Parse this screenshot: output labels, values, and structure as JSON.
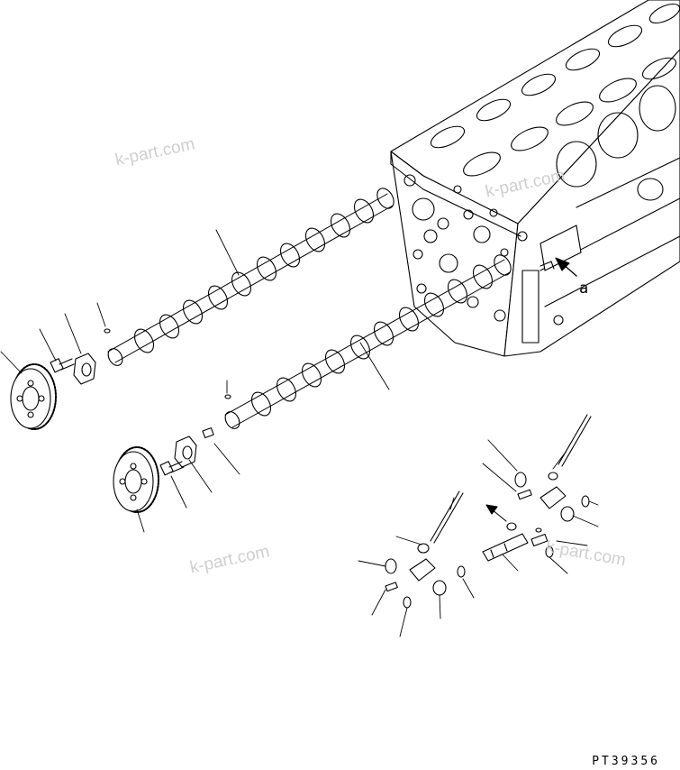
{
  "watermarks": [
    "k-part.com",
    "k-part.com",
    "k-part.com",
    "k-part.com"
  ],
  "callout_label": "a",
  "part_number": "PT39356",
  "colors": {
    "line": "#000000",
    "watermark": "#cfcfcf",
    "background": "#ffffff"
  }
}
